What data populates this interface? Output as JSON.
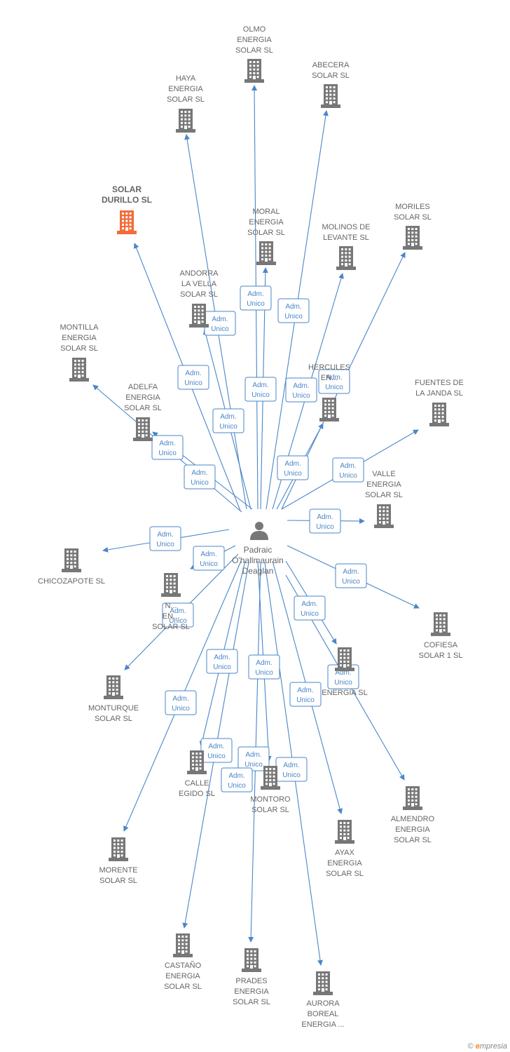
{
  "person": {
    "lines": [
      "Padraic",
      "O'hallmaurain",
      "Deaglan"
    ]
  },
  "role": {
    "line1": "Adm.",
    "line2": "Unico"
  },
  "companies": [
    {
      "id": "olmo",
      "lines": [
        "OLMO",
        "ENERGIA",
        "SOLAR SL"
      ],
      "highlight": false
    },
    {
      "id": "abecera",
      "lines": [
        "ABECERA",
        "SOLAR SL"
      ],
      "highlight": false
    },
    {
      "id": "haya",
      "lines": [
        "HAYA",
        "ENERGIA",
        "SOLAR SL"
      ],
      "highlight": false
    },
    {
      "id": "solar-durillo",
      "lines": [
        "SOLAR",
        "DURILLO SL"
      ],
      "highlight": true
    },
    {
      "id": "moral",
      "lines": [
        "MORAL",
        "ENERGIA",
        "SOLAR SL"
      ],
      "highlight": false
    },
    {
      "id": "molinos",
      "lines": [
        "MOLINOS DE",
        "LEVANTE SL"
      ],
      "highlight": false
    },
    {
      "id": "moriles",
      "lines": [
        "MORILES",
        "SOLAR SL"
      ],
      "highlight": false
    },
    {
      "id": "andorra",
      "lines": [
        "ANDORRA",
        "LA VELLA",
        "SOLAR SL"
      ],
      "highlight": false
    },
    {
      "id": "montilla",
      "lines": [
        "MONTILLA",
        "ENERGIA",
        "SOLAR SL"
      ],
      "highlight": false
    },
    {
      "id": "hercules",
      "lines": [
        "HERCULES",
        "EN..."
      ],
      "highlight": false
    },
    {
      "id": "adelfa",
      "lines": [
        "ADELFA",
        "ENERGIA",
        "SOLAR SL"
      ],
      "highlight": false
    },
    {
      "id": "fuentes",
      "lines": [
        "FUENTES DE",
        "LA JANDA SL"
      ],
      "highlight": false
    },
    {
      "id": "valle",
      "lines": [
        "VALLE",
        "ENERGIA",
        "SOLAR SL"
      ],
      "highlight": false
    },
    {
      "id": "chicozapote",
      "lines": [
        "CHICOZAPOTE SL"
      ],
      "highlight": false
    },
    {
      "id": "n-energia",
      "lines": [
        "N...",
        "EN...",
        "SOLAR SL"
      ],
      "highlight": false
    },
    {
      "id": "cofiesa",
      "lines": [
        "COFIESA",
        "SOLAR 1 SL"
      ],
      "highlight": false
    },
    {
      "id": "energia-sl",
      "lines": [
        "ENERGIA SL"
      ],
      "highlight": false
    },
    {
      "id": "monturque",
      "lines": [
        "MONTURQUE",
        "SOLAR SL"
      ],
      "highlight": false
    },
    {
      "id": "calle-egido",
      "lines": [
        "CALLE",
        "EGIDO SL"
      ],
      "highlight": false
    },
    {
      "id": "montoro",
      "lines": [
        "MONTORO",
        "SOLAR SL"
      ],
      "highlight": false
    },
    {
      "id": "almendro",
      "lines": [
        "ALMENDRO",
        "ENERGIA",
        "SOLAR SL"
      ],
      "highlight": false
    },
    {
      "id": "ayax",
      "lines": [
        "AYAX",
        "ENERGIA",
        "SOLAR SL"
      ],
      "highlight": false
    },
    {
      "id": "morente",
      "lines": [
        "MORENTE",
        "SOLAR SL"
      ],
      "highlight": false
    },
    {
      "id": "castano",
      "lines": [
        "CASTAÑO",
        "ENERGIA",
        "SOLAR SL"
      ],
      "highlight": false
    },
    {
      "id": "prades",
      "lines": [
        "PRADES",
        "ENERGIA",
        "SOLAR SL"
      ],
      "highlight": false
    },
    {
      "id": "aurora",
      "lines": [
        "AURORA",
        "BOREAL",
        "ENERGIA ..."
      ],
      "highlight": false
    }
  ],
  "colors": {
    "edge": "#4a86c8",
    "building": "#777777",
    "highlight": "#f26b3a",
    "person": "#777777",
    "text": "#666666"
  },
  "brand": {
    "copyright": "©",
    "initial": "e",
    "rest": "mpresia"
  }
}
